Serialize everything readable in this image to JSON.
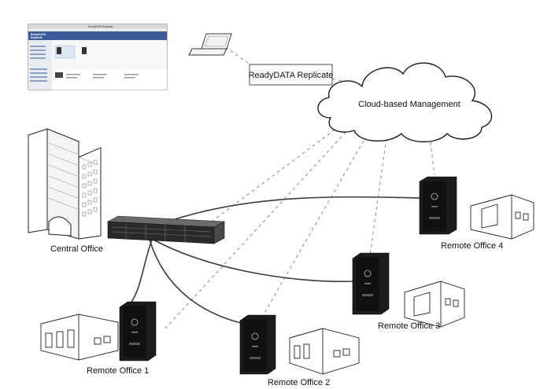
{
  "labels": {
    "central_office": "Central Office",
    "cloud": "Cloud-based Management",
    "replicate": "ReadyDATA Replicate",
    "remote_office_1": "Remote Office 1",
    "remote_office_2": "Remote Office 2",
    "remote_office_3": "Remote Office 3",
    "remote_office_4": "Remote Office 4"
  },
  "screenshot": {
    "app_title": "ReadyDATA Replicate",
    "header_line1": "ReadyDATA",
    "header_line2": "Replicate"
  },
  "colors": {
    "solid_link": "#3a3a3a",
    "dashed_link": "#8a8a8a",
    "device_dark": "#1c1c1c",
    "ui_header": "#3b5b9a"
  }
}
